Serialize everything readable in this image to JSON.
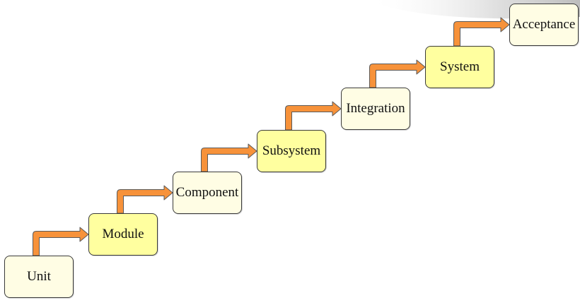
{
  "colors": {
    "box_fill_light": "#fffde4",
    "box_fill_dark": "#ffff9f",
    "box_border": "#3a3a3a",
    "arrow_fill": "#f7923a",
    "arrow_outline": "#5a5a5a",
    "decoration": "#cfcfcf"
  },
  "steps": [
    {
      "label": "Unit",
      "shade": "light"
    },
    {
      "label": "Module",
      "shade": "dark"
    },
    {
      "label": "Component",
      "shade": "light"
    },
    {
      "label": "Subsystem",
      "shade": "dark"
    },
    {
      "label": "Integration",
      "shade": "light"
    },
    {
      "label": "System",
      "shade": "dark"
    },
    {
      "label": "Acceptance",
      "shade": "light"
    }
  ]
}
